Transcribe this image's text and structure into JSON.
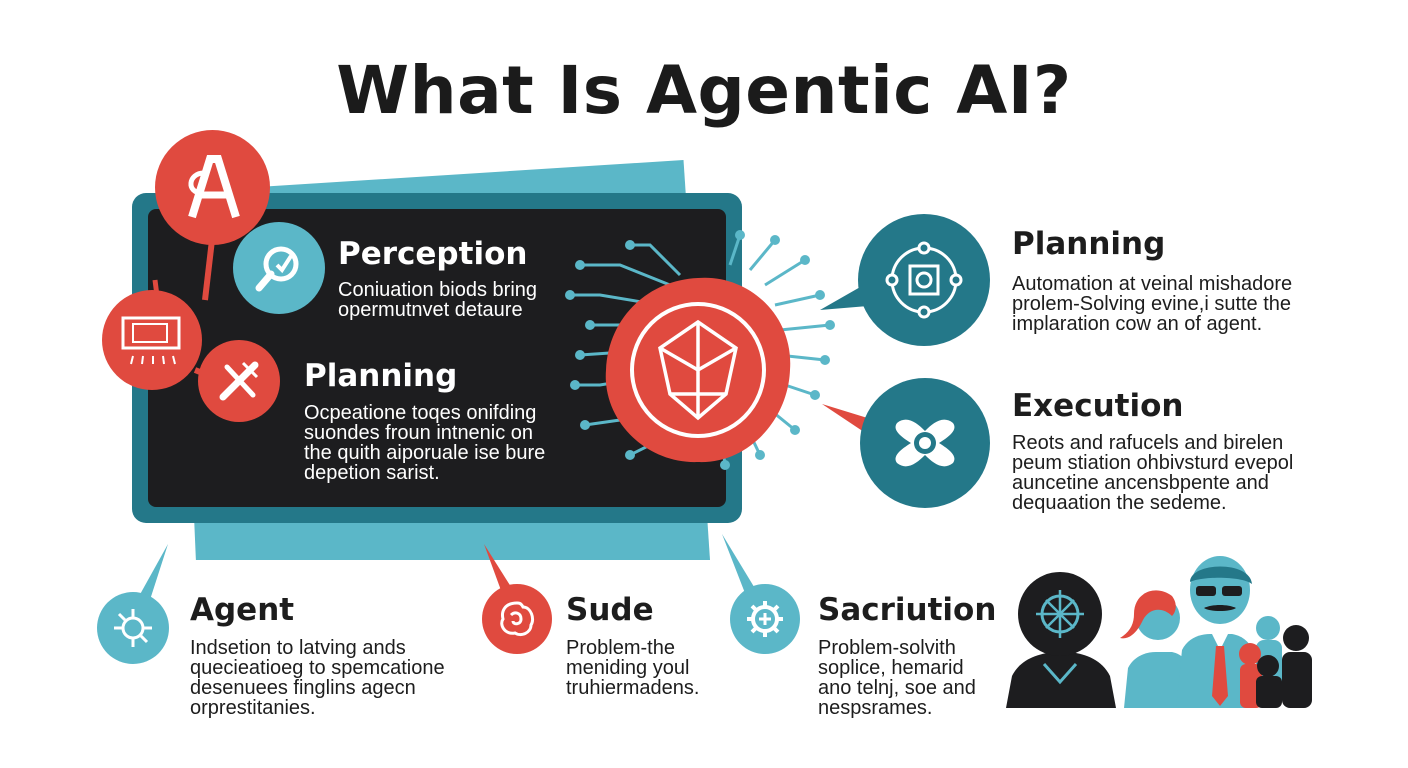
{
  "title": "What Is Agentic AI?",
  "colors": {
    "red": "#e04a3f",
    "teal": "#5bb7c8",
    "dark_teal": "#247889",
    "panel": "#1d1d1f"
  },
  "panel": {
    "sections": [
      {
        "heading": "Perception",
        "body": "Coniuation biods bring\nopermutnvet detaure"
      },
      {
        "heading": "Planning",
        "body": "Ocpeatione toqes onifding\nsuondes froun intnenic on\nthe quith aiporuale ise bure\ndepetion sarist."
      }
    ]
  },
  "right_items": [
    {
      "heading": "Planning",
      "body": "Automation at veinal mishadore\nprolem-Solving evine,i sutte the\nimplaration cow an of agent.",
      "icon": "network-node-icon"
    },
    {
      "heading": "Execution",
      "body": "Reots and rafucels and birelen\npeum stiation ohbivsturd evepol\nauncetine ancensbpente and\ndequaation the sedeme.",
      "icon": "joystick-icon"
    }
  ],
  "bottom_items": [
    {
      "heading": "Agent",
      "body": "Indsetion to latving ands\nquecieatioeg to spemcatione\ndesenuees finglins agecn\norprestitanies.",
      "icon": "target-icon"
    },
    {
      "heading": "Sude",
      "body": "Problem-the\nmeniding youl\ntruhiermadens.",
      "icon": "brain-icon"
    },
    {
      "heading": "Sacriution",
      "body": "Problem-solvith\nsoplice, hemarid\nano telnj, soe and\nnespsrames.",
      "icon": "gear-plus-icon"
    }
  ],
  "left_icons": [
    "letter-a-logo-icon",
    "magnifier-icon",
    "dashboard-screen-icon",
    "tools-icon"
  ],
  "hub_icon": "ai-chip-icon"
}
